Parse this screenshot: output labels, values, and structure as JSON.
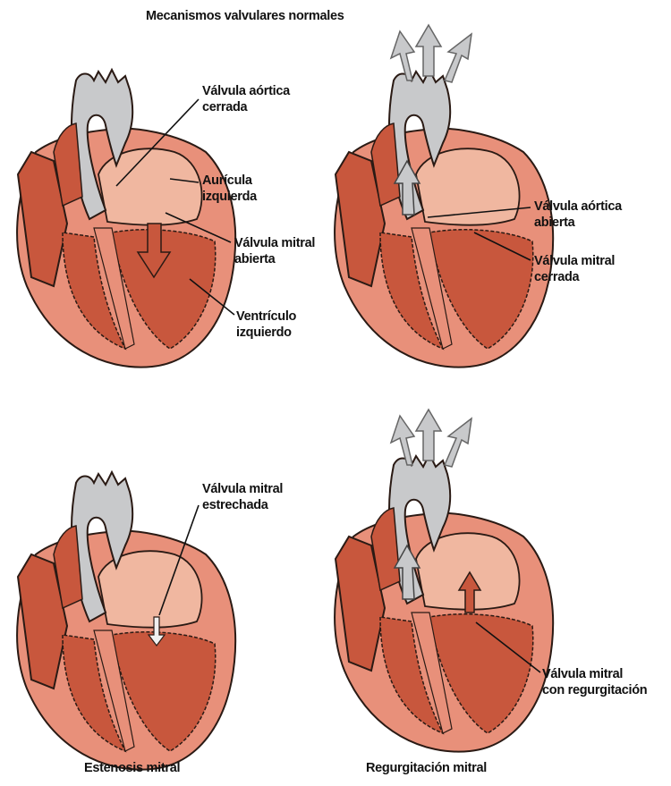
{
  "title": "Mecanismos valvulares normales",
  "panels": [
    {
      "labels": [
        {
          "line1": "Válvula aórtica",
          "line2": "cerrada"
        },
        {
          "line1": "Aurícula",
          "line2": "izquierda"
        },
        {
          "line1": "Válvula mitral",
          "line2": "abierta"
        },
        {
          "line1": "Ventrículo",
          "line2": "izquierdo"
        }
      ]
    },
    {
      "labels": [
        {
          "line1": "Válvula aórtica",
          "line2": "abierta"
        },
        {
          "line1": "Válvula mitral",
          "line2": "cerrada"
        }
      ]
    },
    {
      "caption": "Estenosis mitral",
      "labels": [
        {
          "line1": "Válvula mitral",
          "line2": "estrechada"
        }
      ]
    },
    {
      "caption": "Regurgitación mitral",
      "labels": [
        {
          "line1": "Válvula mitral",
          "line2": "con regurgitación"
        }
      ]
    }
  ],
  "colors": {
    "muscle": "#c8573d",
    "muscle_light": "#e8907a",
    "atrium": "#f0b7a0",
    "aorta": "#c8c9cb",
    "outline": "#2a1a14"
  }
}
